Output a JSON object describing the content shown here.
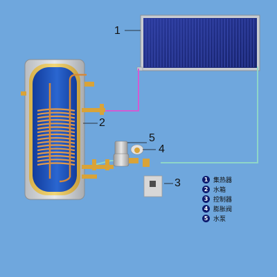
{
  "callouts": {
    "collector": "1",
    "tank": "2",
    "controller": "3",
    "expansion_valve": "4",
    "pump": "5"
  },
  "legend": {
    "items": [
      {
        "num": "1",
        "label": "集热器"
      },
      {
        "num": "2",
        "label": "水箱"
      },
      {
        "num": "3",
        "label": "控制器"
      },
      {
        "num": "4",
        "label": "膨胀阀"
      },
      {
        "num": "5",
        "label": "水泵"
      }
    ]
  },
  "colors": {
    "background": "#6fa7dd",
    "collector_panel": "#1e2b86",
    "tank_inner": "#1a4fb8",
    "coil": "#d4883a",
    "hot_pipe": "#d35bd3",
    "cold_pipe": "#8fd6c8"
  }
}
